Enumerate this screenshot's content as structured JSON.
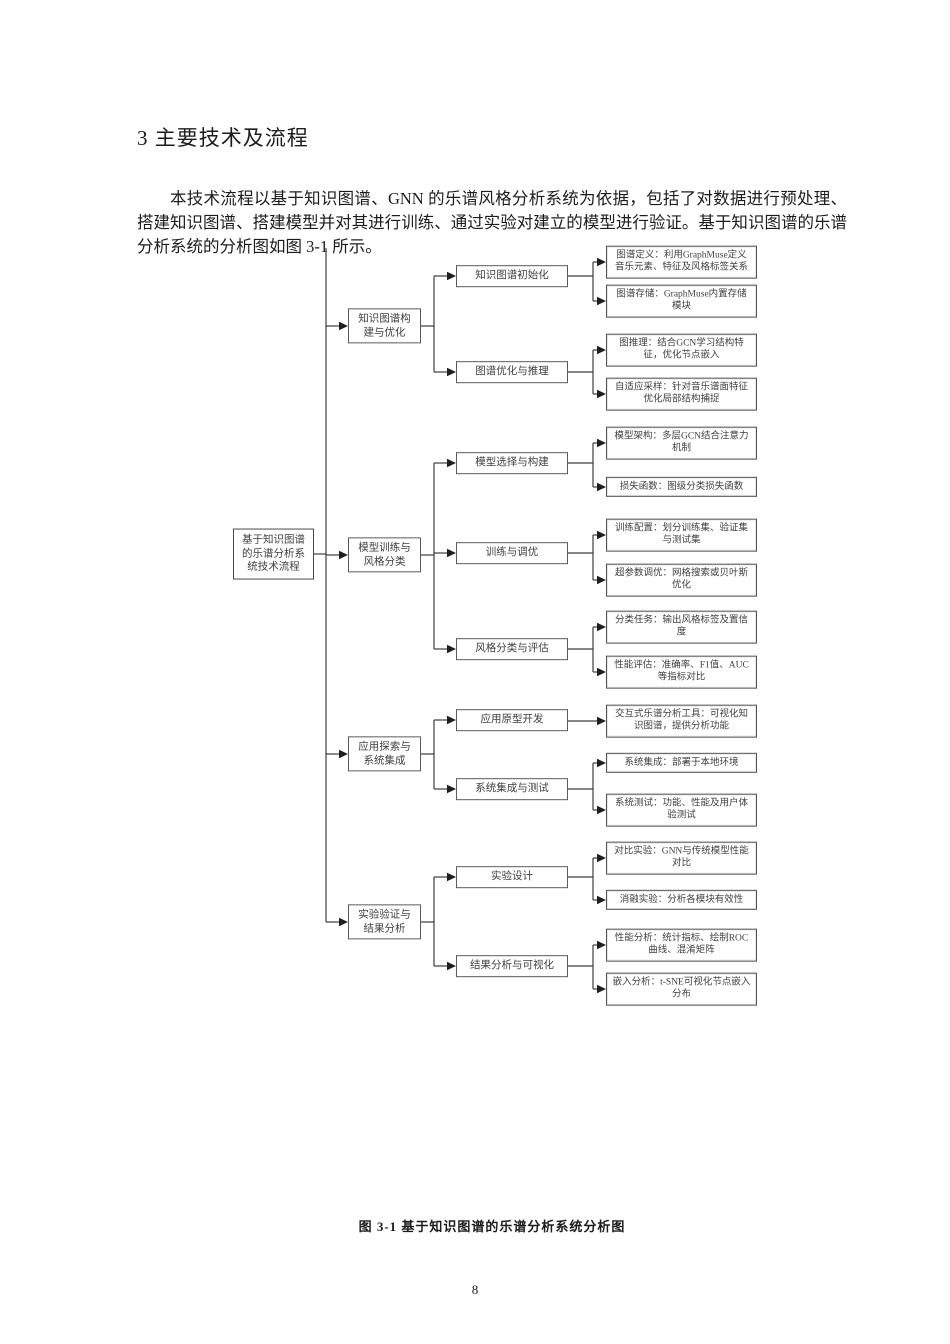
{
  "page": {
    "heading": "3  主要技术及流程",
    "paragraph": "本技术流程以基于知识图谱、GNN 的乐谱风格分析系统为依据，包括了对数据进行预处理、搭建知识图谱、搭建模型并对其进行训练、通过实验对建立的模型进行验证。基于知识图谱的乐谱分析系统的分析图如图 3-1 所示。",
    "figure_caption": "图 3-1 基于知识图谱的乐谱分析系统分析图",
    "page_number": "8"
  },
  "colors": {
    "line": "#3d3d3d",
    "arrow": "#1f1f1f",
    "box_border": "#5a5a5a",
    "box_text": "#3f3f3f"
  },
  "diagram": {
    "root": {
      "label": "基于知识图谱的乐谱分析系统技术流程"
    },
    "branches": [
      {
        "label": "知识图谱构建与优化",
        "children": [
          {
            "label": "知识图谱初始化",
            "children": [
              {
                "label": "图谱定义：利用GraphMuse定义音乐元素、特征及风格标签关系"
              },
              {
                "label": "图谱存储：GraphMuse内置存储模块"
              }
            ]
          },
          {
            "label": "图谱优化与推理",
            "children": [
              {
                "label": "图推理：结合GCN学习结构特征，优化节点嵌入"
              },
              {
                "label": "自适应采样：针对音乐谱面特征优化局部结构捕捉"
              }
            ]
          }
        ]
      },
      {
        "label": "模型训练与风格分类",
        "children": [
          {
            "label": "模型选择与构建",
            "children": [
              {
                "label": "模型架构：多层GCN结合注意力机制"
              },
              {
                "label": "损失函数：图级分类损失函数"
              }
            ]
          },
          {
            "label": "训练与调优",
            "children": [
              {
                "label": "训练配置：划分训练集、验证集与测试集"
              },
              {
                "label": "超参数调优：网格搜索或贝叶斯优化"
              }
            ]
          },
          {
            "label": "风格分类与评估",
            "children": [
              {
                "label": "分类任务：输出风格标签及置信度"
              },
              {
                "label": "性能评估：准确率、F1值、AUC等指标对比"
              }
            ]
          }
        ]
      },
      {
        "label": "应用探索与系统集成",
        "children": [
          {
            "label": "应用原型开发",
            "children": [
              {
                "label": "交互式乐谱分析工具：可视化知识图谱，提供分析功能"
              }
            ]
          },
          {
            "label": "系统集成与测试",
            "children": [
              {
                "label": "系统集成：部署于本地环境"
              },
              {
                "label": "系统测试：功能、性能及用户体验测试"
              }
            ]
          }
        ]
      },
      {
        "label": "实验验证与结果分析",
        "children": [
          {
            "label": "实验设计",
            "children": [
              {
                "label": "对比实验：GNN与传统模型性能对比"
              },
              {
                "label": "消融实验：分析各模块有效性"
              }
            ]
          },
          {
            "label": "结果分析与可视化",
            "children": [
              {
                "label": "性能分析：统计指标、绘制ROC曲线、混淆矩阵"
              },
              {
                "label": "嵌入分析：t-SNE可视化节点嵌入分布"
              }
            ]
          }
        ]
      }
    ]
  }
}
